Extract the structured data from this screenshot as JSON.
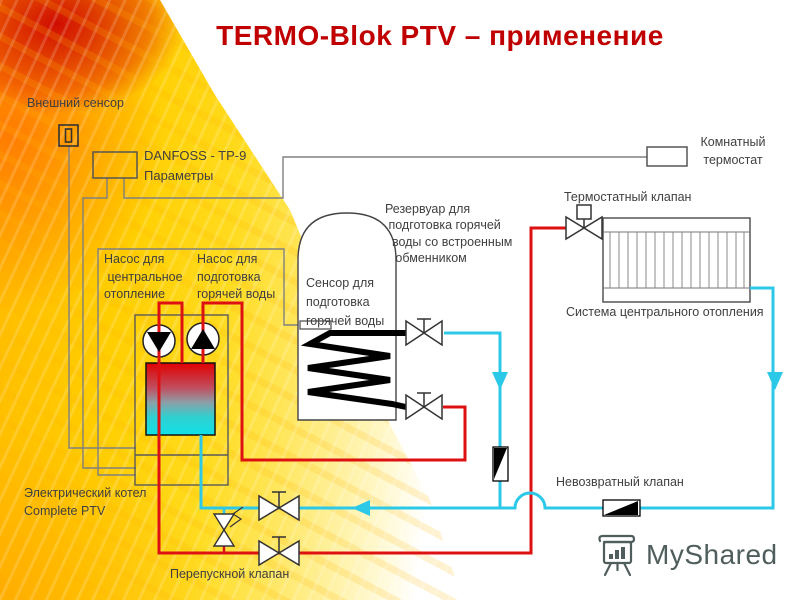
{
  "title": "TERMO-Blok PTV – применение",
  "labels": {
    "external_sensor": "Внешний сенсор",
    "controller": "DANFOSS - TP-9\nПараметры",
    "room_thermostat": "Комнатный\nтермостат",
    "thermostatic_valve": "Термостатный клапан",
    "reservoir": "Резервуар для\n подготовка горячей\n  воды со встроенным\n   обменником",
    "dhw_sensor": "Сенсор для\nподготовка\nгорячей воды",
    "pump_central_heating": "Насос для\n центральное\nотопление",
    "pump_dhw": "Насос для\nподготовка\nгорячей воды",
    "central_heating_system": "Система центрального отопления",
    "non_return_valve": "Невозвратный клапан",
    "electric_boiler": "Электрический котел\nComplete PTV",
    "bypass_valve": "Перепускной клапан"
  },
  "watermark": {
    "text": "MyShared",
    "icon": "flipchart-chart-icon"
  },
  "colors": {
    "title_text": "#c00000",
    "hot_pipe": "#dd1111",
    "cold_pipe": "#2cc8e8",
    "control_wire": "#808080",
    "label_text": "#3f3f3f",
    "boiler_gradient_top": "#e00000",
    "boiler_gradient_bottom": "#10e0e8"
  }
}
